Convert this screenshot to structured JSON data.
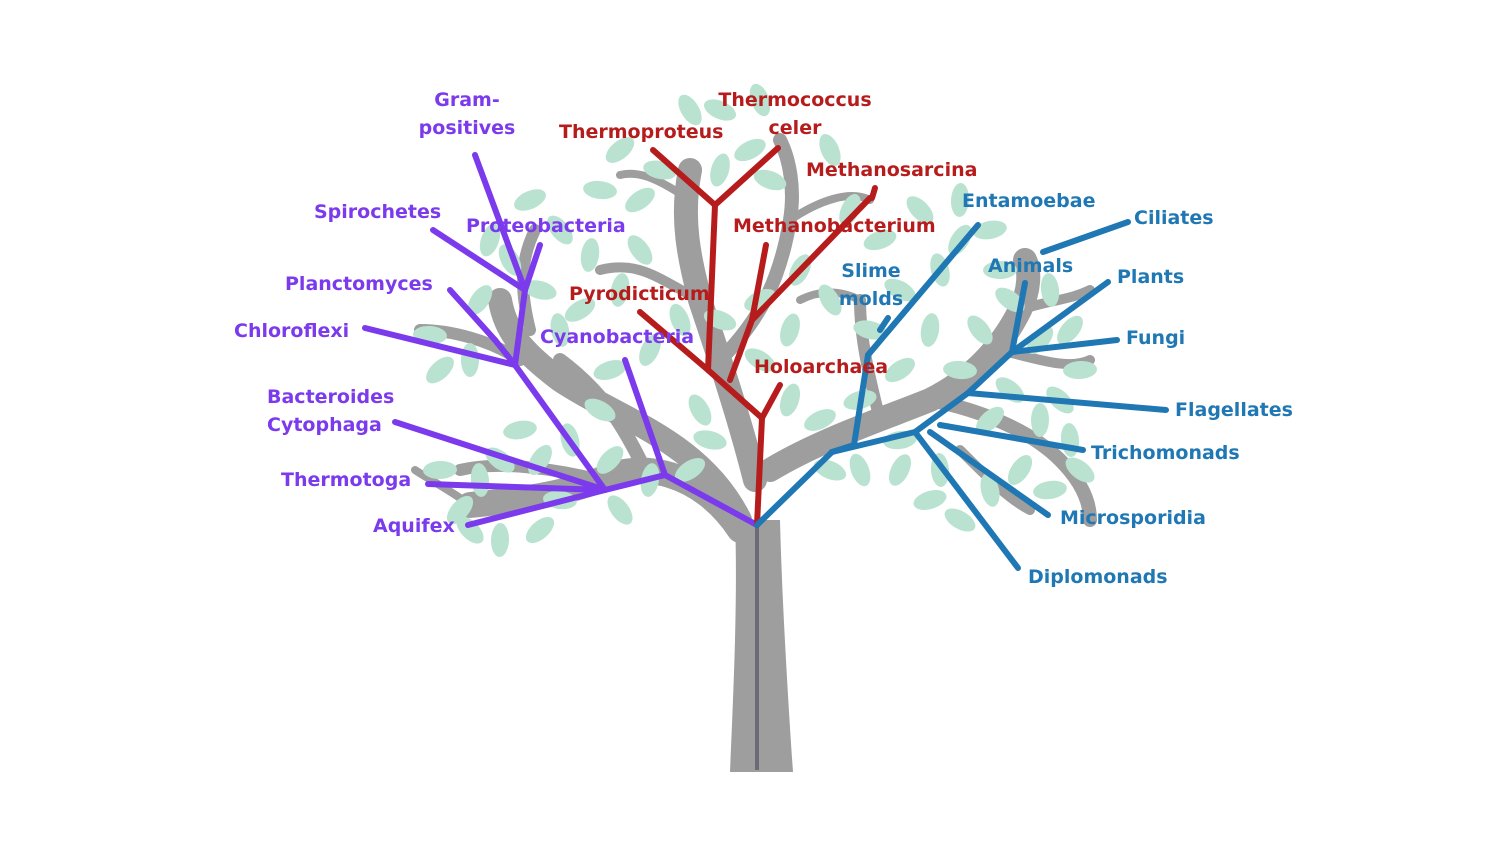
{
  "colors": {
    "bacteria": "#7c3aed",
    "archaea": "#b71c1c",
    "eukarya": "#1f77b4",
    "branch": "#9e9e9e",
    "leaf": "#b9e3d0",
    "trunk_line": "#6b6b75"
  },
  "bacteria": {
    "gram_positives": "Gram-",
    "gram_positives_2": "positives",
    "proteobacteria": "Proteobacteria",
    "spirochetes": "Spirochetes",
    "planctomyces": "Planctomyces",
    "chloroflexi": "Chloroflexi",
    "cyanobacteria": "Cyanobacteria",
    "bacteroides": "Bacteroides",
    "cytophaga": "Cytophaga",
    "thermotoga": "Thermotoga",
    "aquifex": "Aquifex"
  },
  "archaea": {
    "thermococcus": "Thermococcus",
    "thermococcus_2": "celer",
    "thermoproteus": "Thermoproteus",
    "methanosarcina": "Methanosarcina",
    "methanobacterium": "Methanobacterium",
    "pyrodicticum": "Pyrodicticum",
    "holoarchaea": "Holoarchaea"
  },
  "eukarya": {
    "entamoebae": "Entamoebae",
    "ciliates": "Ciliates",
    "slime_molds": "Slime",
    "slime_molds_2": "molds",
    "animals": "Animals",
    "plants": "Plants",
    "fungi": "Fungi",
    "flagellates": "Flagellates",
    "trichomonads": "Trichomonads",
    "microsporidia": "Microsporidia",
    "diplomonads": "Diplomonads"
  }
}
